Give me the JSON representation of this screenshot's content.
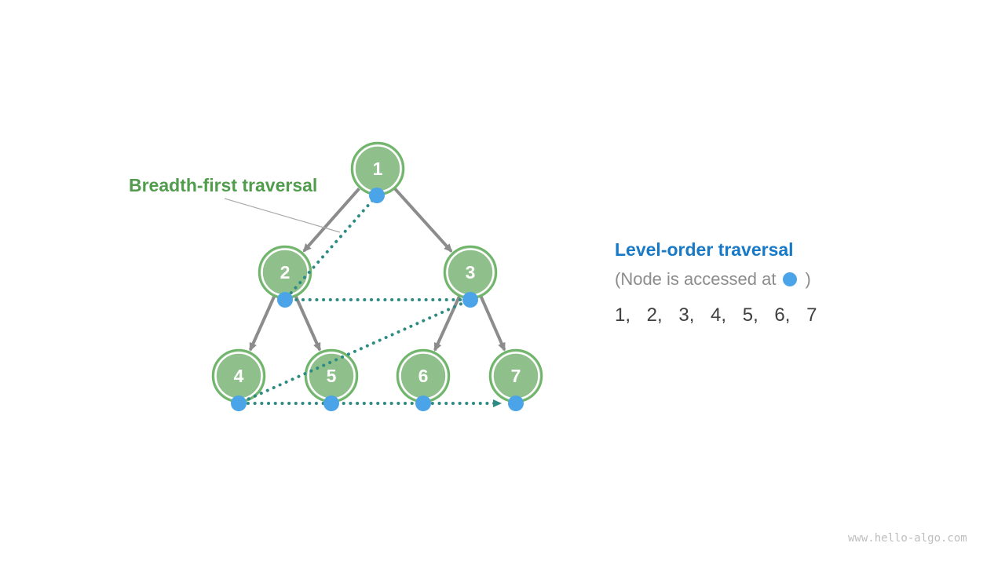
{
  "figure": {
    "background": "#ffffff",
    "watermark": "www.hello-algo.com"
  },
  "annotation": {
    "label": "Breadth-first traversal"
  },
  "panel": {
    "title": "Level-order traversal",
    "note_before": "(Node is accessed at",
    "note_after": ")",
    "sequence": "1,  2,  3,  4,  5,  6,  7"
  },
  "tree": {
    "type": "binary-tree",
    "nodes": [
      {
        "id": 1,
        "label": "1"
      },
      {
        "id": 2,
        "label": "2"
      },
      {
        "id": 3,
        "label": "3"
      },
      {
        "id": 4,
        "label": "4"
      },
      {
        "id": 5,
        "label": "5"
      },
      {
        "id": 6,
        "label": "6"
      },
      {
        "id": 7,
        "label": "7"
      }
    ],
    "edges": [
      [
        1,
        2
      ],
      [
        1,
        3
      ],
      [
        2,
        4
      ],
      [
        2,
        5
      ],
      [
        3,
        6
      ],
      [
        3,
        7
      ]
    ],
    "traversal_order": [
      1,
      2,
      3,
      4,
      5,
      6,
      7
    ]
  },
  "colors": {
    "node_fill": "#8FBF8A",
    "node_ring": "#6EB56A",
    "node_text": "#FFFFFF",
    "access_dot": "#4BA4E8",
    "traversal_path": "#2E8B84",
    "tree_edge": "#8C8C8C",
    "leader_line": "#ABABAB",
    "label_green": "#529C4D",
    "title_blue": "#1879C6",
    "note_gray": "#8C8C8C",
    "sequence_dark": "#3F3F3F",
    "watermark_gray": "#BEBEBE"
  }
}
